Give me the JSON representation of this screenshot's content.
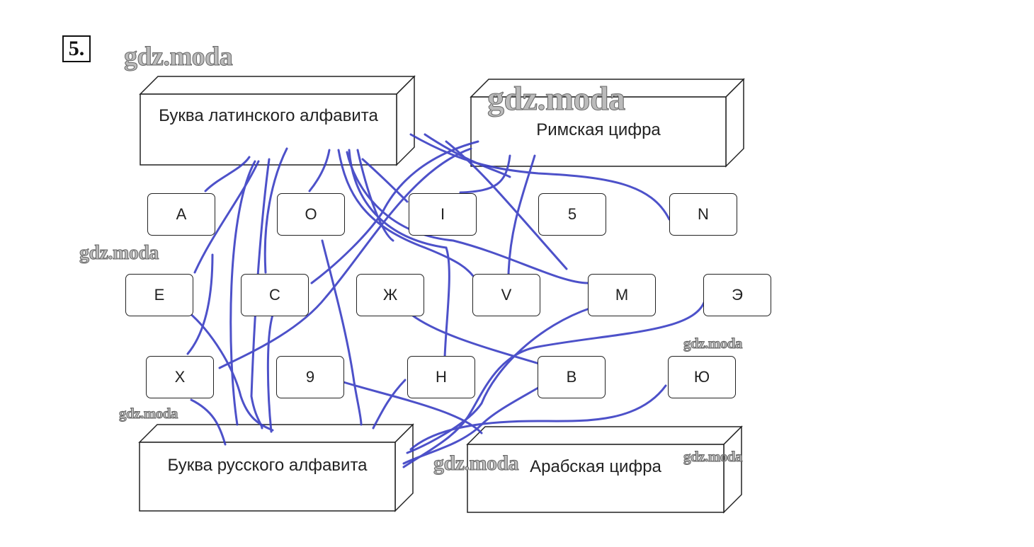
{
  "exercise_number": "5.",
  "watermark": "gdz.moda",
  "categories": {
    "latin": "Буква латинского алфавита",
    "roman": "Римская цифра",
    "russian": "Буква русского алфавита",
    "arabic": "Арабская цифра"
  },
  "cells": {
    "row1": [
      "A",
      "O",
      "I",
      "5",
      "N"
    ],
    "row2": [
      "E",
      "C",
      "Ж",
      "V",
      "M",
      "Э"
    ],
    "row3": [
      "X",
      "9",
      "Н",
      "В",
      "Ю"
    ]
  },
  "colors": {
    "line": "#3a3fc4",
    "ink": "#222222"
  }
}
